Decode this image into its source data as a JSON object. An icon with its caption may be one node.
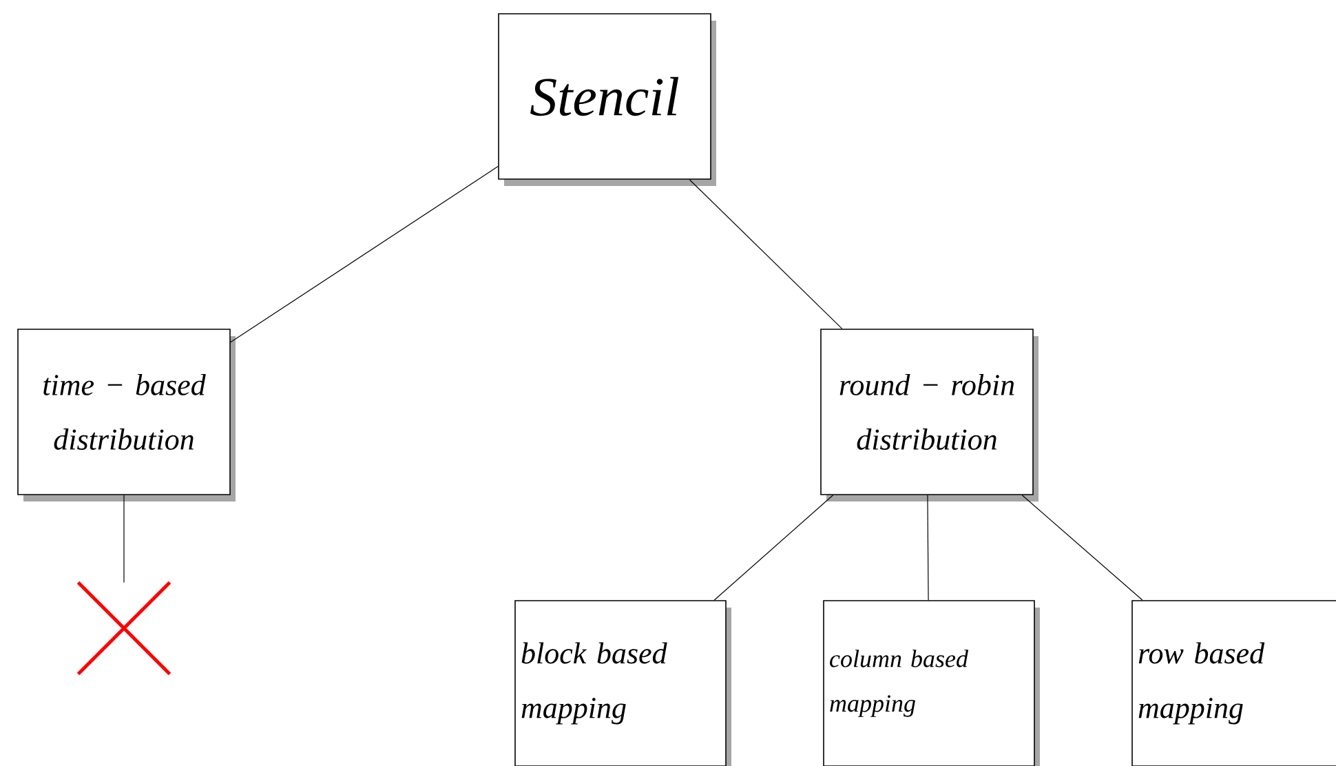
{
  "diagram": {
    "nodes": [
      {
        "text": [
          "Stencil"
        ]
      },
      {
        "text": [
          "time − based distribution"
        ]
      },
      {
        "text": [
          "round − robin distribution"
        ]
      },
      {
        "text": [
          "block based mapping"
        ]
      },
      {
        "text": [
          "column based mapping"
        ]
      },
      {
        "text": [
          "row based mapping"
        ]
      },
      {
        "text": [],
        "shape": "cross"
      }
    ],
    "edges": [
      {
        "from": 0,
        "to": 1,
        "arrow": "none"
      },
      {
        "from": 0,
        "to": 2,
        "arrow": "none"
      },
      {
        "from": 1,
        "to": 6,
        "arrow": "none"
      },
      {
        "from": 2,
        "to": 3,
        "arrow": "none"
      },
      {
        "from": 2,
        "to": 4,
        "arrow": "none"
      },
      {
        "from": 2,
        "to": 5,
        "arrow": "none"
      }
    ]
  }
}
